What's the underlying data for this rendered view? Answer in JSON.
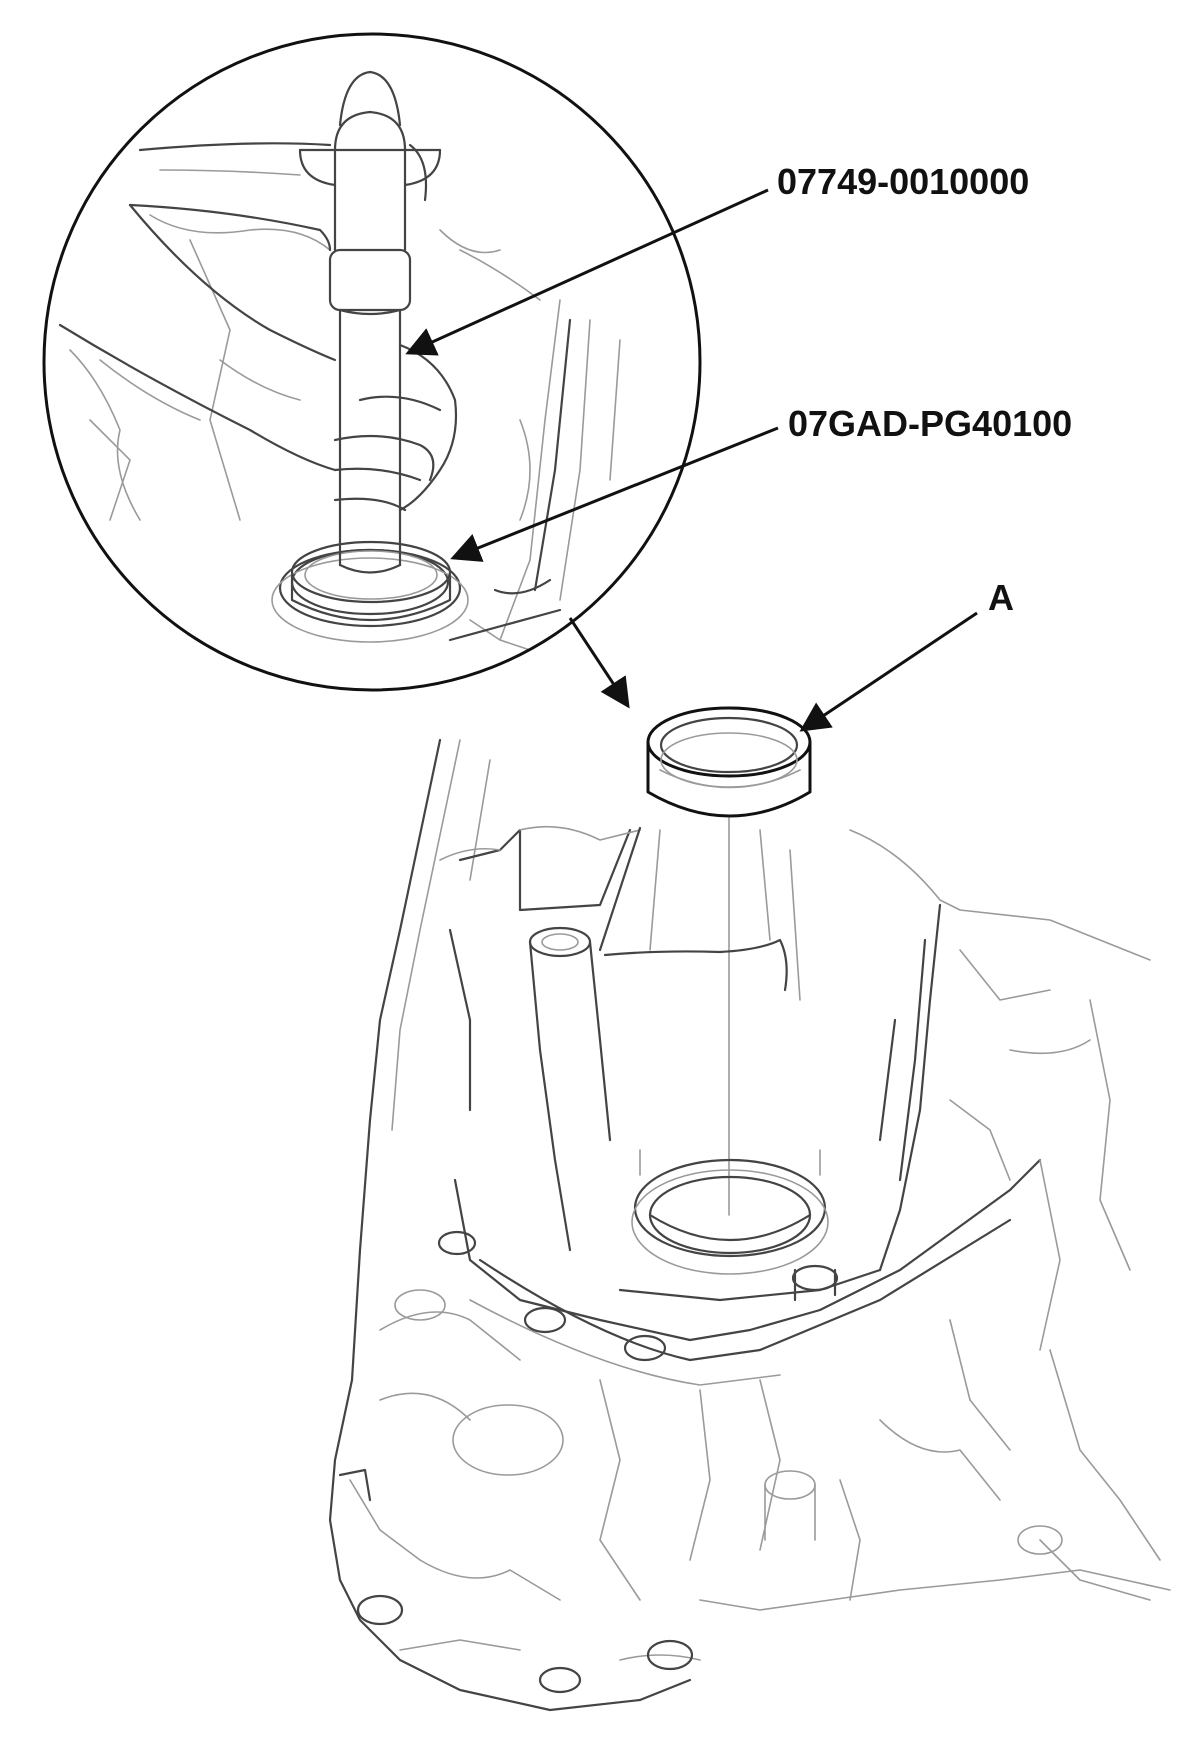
{
  "callouts": {
    "tool_driver": "07749-0010000",
    "tool_attachment": "07GAD-PG40100",
    "part_a": "A"
  },
  "colors": {
    "line_dark": "#111111",
    "line_mid": "#444444",
    "line_light": "#9a9a9a",
    "background": "#ffffff"
  }
}
